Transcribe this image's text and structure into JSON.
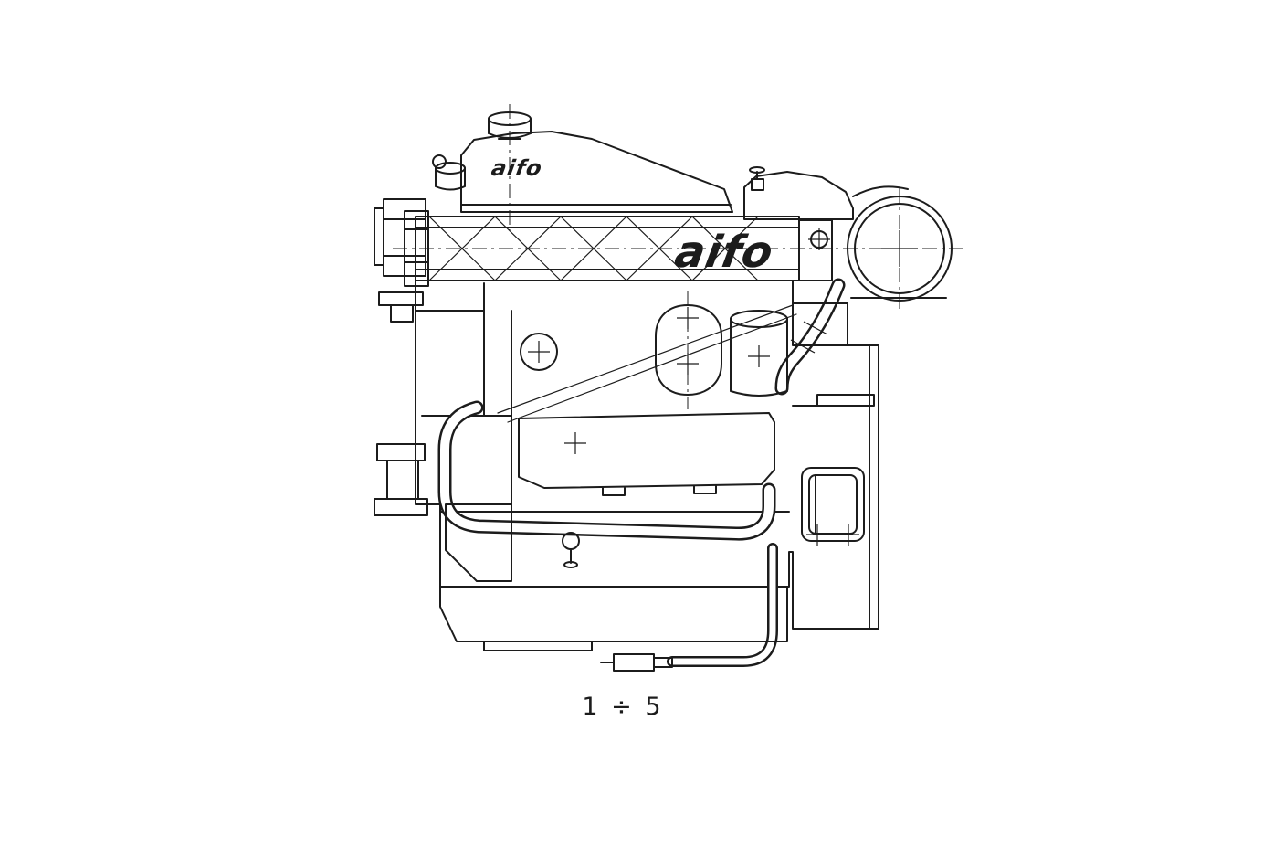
{
  "page": {
    "background": "#ffffff",
    "line_color": "#1c1c1c"
  },
  "figure": {
    "caption": "1 ÷ 5",
    "tank_logo": "aifo",
    "manifold_logo": "aifo"
  }
}
